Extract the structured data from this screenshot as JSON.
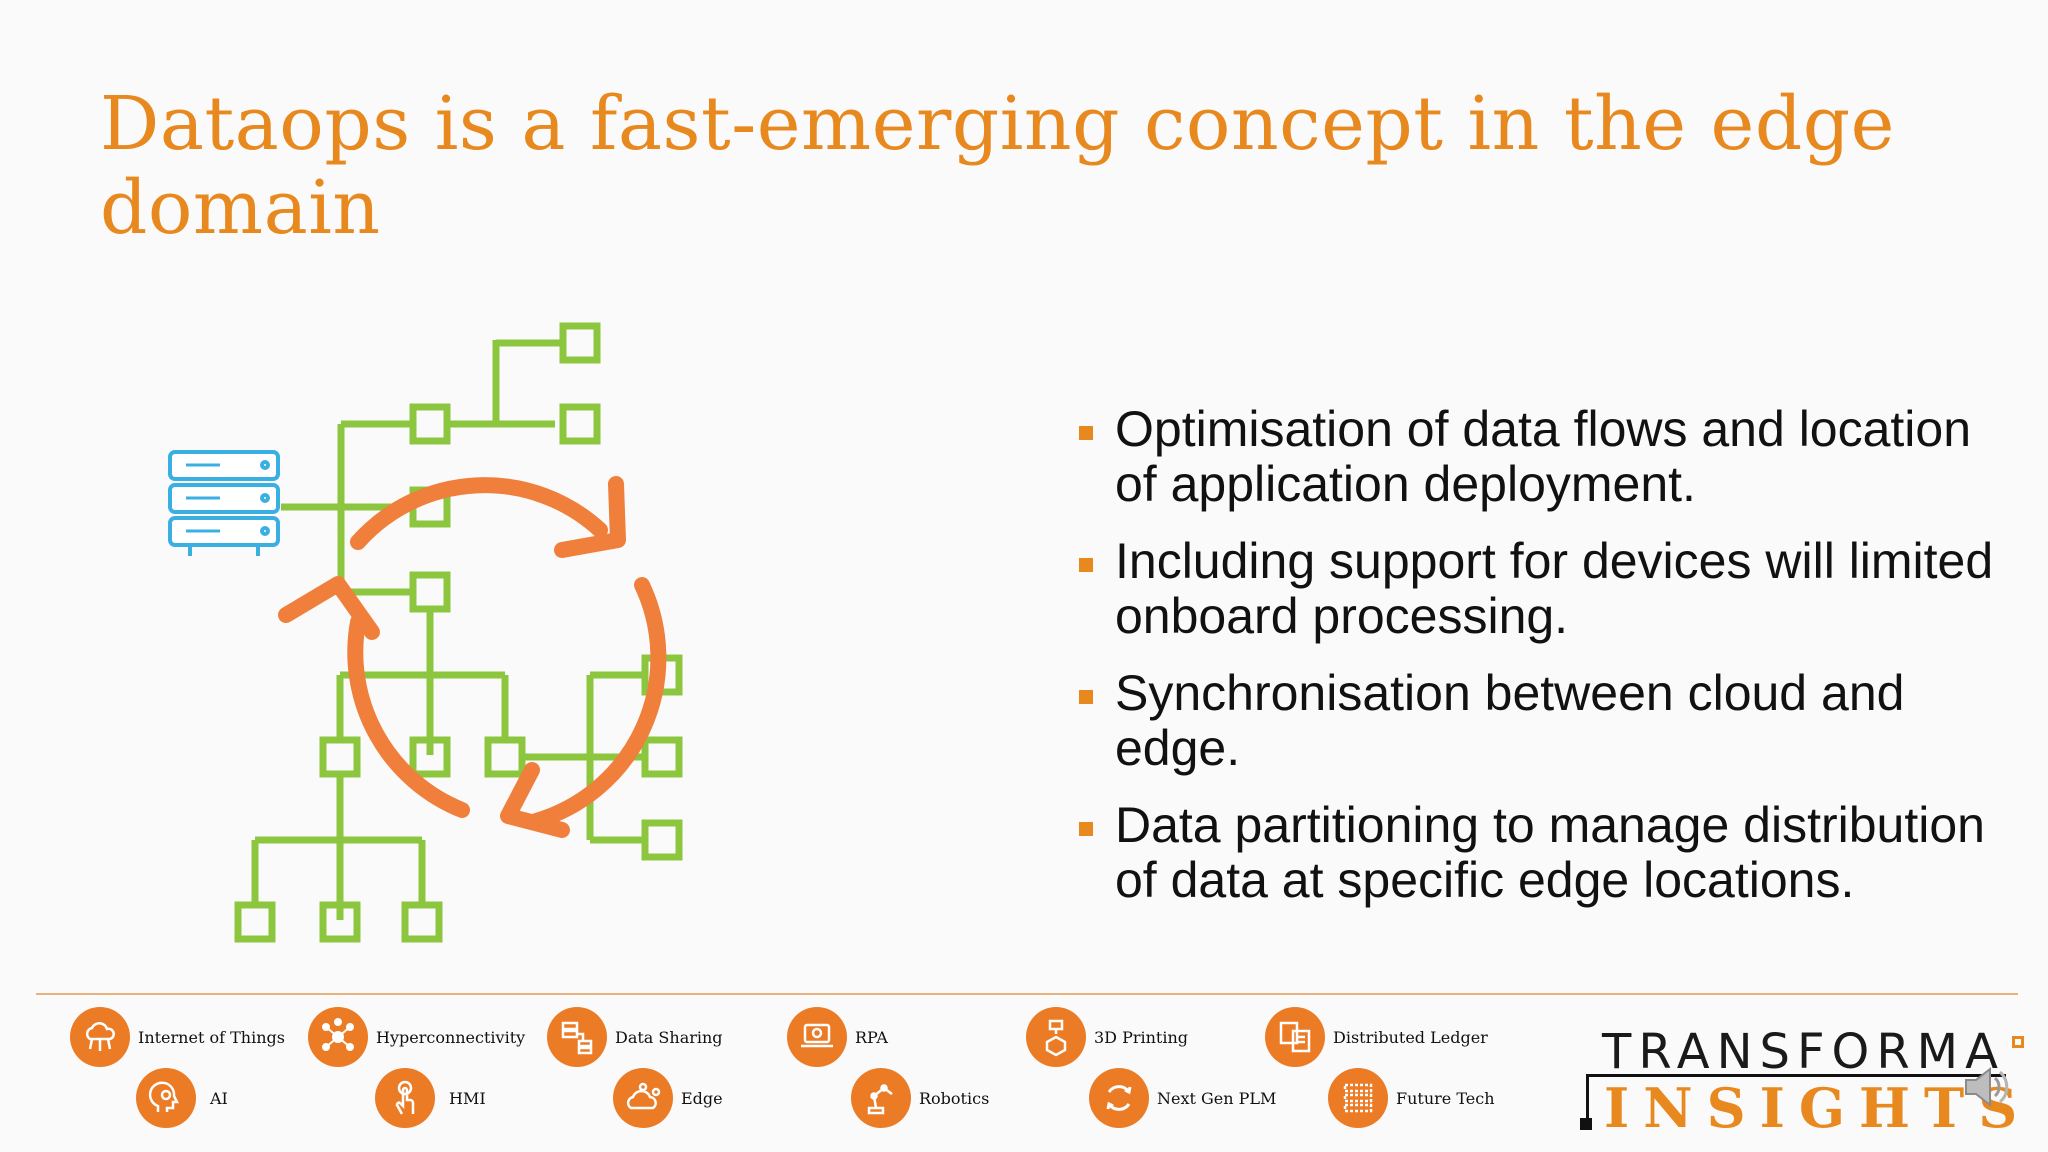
{
  "slide": {
    "title": "Dataops is a fast-emerging concept in the edge domain",
    "bullets": [
      "Optimisation of data flows and location of application deployment.",
      "Including support for devices will limited onboard processing.",
      "Synchronisation between cloud and edge.",
      "Data partitioning to manage distribution of data at specific edge locations."
    ]
  },
  "footer": {
    "technologies": [
      {
        "label": "Internet of Things",
        "icon": "cloud-network-icon"
      },
      {
        "label": "Hyperconnectivity",
        "icon": "hub-network-icon"
      },
      {
        "label": "Data Sharing",
        "icon": "data-sharing-icon"
      },
      {
        "label": "RPA",
        "icon": "robot-laptop-icon"
      },
      {
        "label": "3D Printing",
        "icon": "3d-printer-icon"
      },
      {
        "label": "Distributed Ledger",
        "icon": "ledger-documents-icon"
      },
      {
        "label": "AI",
        "icon": "brain-gear-icon"
      },
      {
        "label": "HMI",
        "icon": "touch-hand-icon"
      },
      {
        "label": "Edge",
        "icon": "edge-cloud-icon"
      },
      {
        "label": "Robotics",
        "icon": "robot-arm-icon"
      },
      {
        "label": "Next Gen PLM",
        "icon": "cycle-arrows-icon"
      },
      {
        "label": "Future Tech",
        "icon": "future-tech-icon"
      }
    ],
    "logo": {
      "line1": "TRANSFORMA",
      "line2": "INSIGHTS"
    }
  },
  "colors": {
    "accent": "#e8891f",
    "icon_bg": "#ec7b26",
    "tree_green": "#8cc63f",
    "server_blue": "#3ab0e2"
  }
}
